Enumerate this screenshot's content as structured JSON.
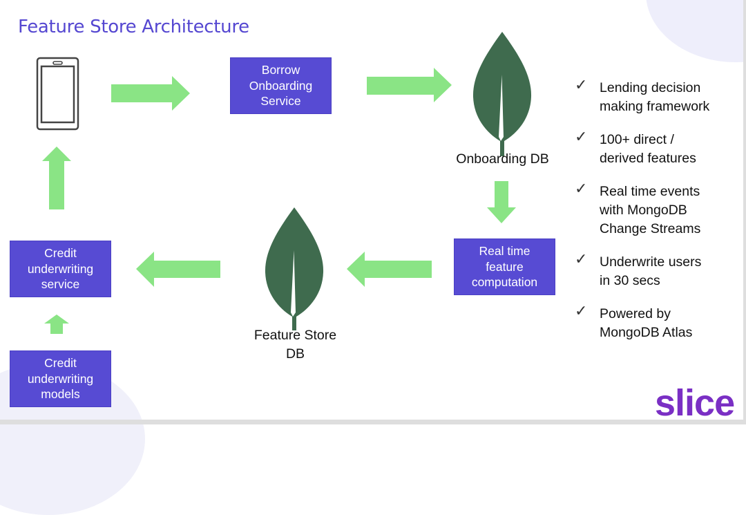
{
  "slide": {
    "title": "Feature Store Architecture",
    "brand_logo": "slice",
    "colors": {
      "box_fill": "#574bd3",
      "arrow": "#8ae485",
      "leaf": "#3f6b4e",
      "title": "#5547d1",
      "logo": "#7a2fc4"
    }
  },
  "nodes": {
    "mobile_client": {
      "icon": "smartphone-icon"
    },
    "borrow_onboarding_service": {
      "label": "Borrow\nOnboarding\nService"
    },
    "onboarding_db": {
      "label": "Onboarding DB",
      "icon": "mongodb-leaf-icon"
    },
    "realtime_feature_computation": {
      "label": "Real time\nfeature\ncomputation"
    },
    "feature_store_db": {
      "label": "Feature Store\nDB",
      "icon": "mongodb-leaf-icon"
    },
    "credit_underwriting_service": {
      "label": "Credit\nunderwriting\nservice"
    },
    "credit_underwriting_models": {
      "label": "Credit\nunderwriting\nmodels"
    }
  },
  "flows": [
    {
      "from": "mobile_client",
      "to": "borrow_onboarding_service",
      "direction": "right"
    },
    {
      "from": "borrow_onboarding_service",
      "to": "onboarding_db",
      "direction": "right"
    },
    {
      "from": "onboarding_db",
      "to": "realtime_feature_computation",
      "direction": "down"
    },
    {
      "from": "realtime_feature_computation",
      "to": "feature_store_db",
      "direction": "left"
    },
    {
      "from": "feature_store_db",
      "to": "credit_underwriting_service",
      "direction": "left"
    },
    {
      "from": "credit_underwriting_models",
      "to": "credit_underwriting_service",
      "direction": "up"
    },
    {
      "from": "credit_underwriting_service",
      "to": "mobile_client",
      "direction": "up"
    }
  ],
  "highlights": {
    "check_glyph": "✓",
    "items": [
      {
        "text": "Lending decision\nmaking framework"
      },
      {
        "text": "100+ direct /\nderived features"
      },
      {
        "text": "Real time events\nwith MongoDB\nChange Streams"
      },
      {
        "text": "Underwrite users\nin 30 secs"
      },
      {
        "text": "Powered by\nMongoDB Atlas"
      }
    ]
  }
}
